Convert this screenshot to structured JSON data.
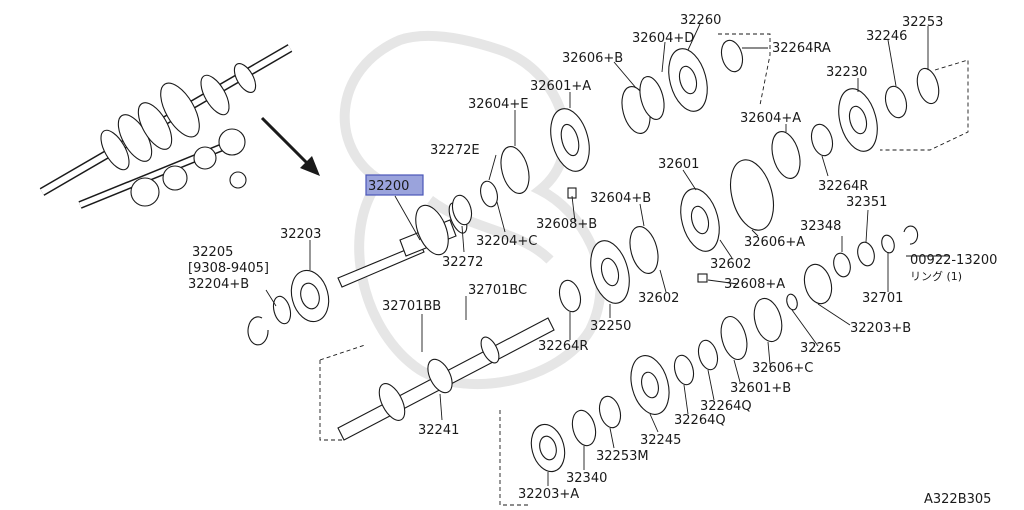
{
  "diagram": {
    "drawing_code": "A322B305",
    "highlight_color": "#9aa3dc",
    "callouts": [
      {
        "id": "p32260",
        "text": "32260"
      },
      {
        "id": "p32253",
        "text": "32253"
      },
      {
        "id": "p32604d",
        "text": "32604+D"
      },
      {
        "id": "p32246",
        "text": "32246"
      },
      {
        "id": "p32606b",
        "text": "32606+B"
      },
      {
        "id": "p32264ra",
        "text": "32264RA"
      },
      {
        "id": "p32230",
        "text": "32230"
      },
      {
        "id": "p32601a",
        "text": "32601+A"
      },
      {
        "id": "p32604e",
        "text": "32604+E"
      },
      {
        "id": "p32604a",
        "text": "32604+A"
      },
      {
        "id": "p32272e",
        "text": "32272E"
      },
      {
        "id": "p32601",
        "text": "32601"
      },
      {
        "id": "p32264r_top",
        "text": "32264R"
      },
      {
        "id": "p32200",
        "text": "32200"
      },
      {
        "id": "p32604b",
        "text": "32604+B"
      },
      {
        "id": "p32608b",
        "text": "32608+B"
      },
      {
        "id": "p32351",
        "text": "32351"
      },
      {
        "id": "p32204c",
        "text": "32204+C"
      },
      {
        "id": "p32606a",
        "text": "32606+A"
      },
      {
        "id": "p32348",
        "text": "32348"
      },
      {
        "id": "p32203",
        "text": "32203"
      },
      {
        "id": "p32205",
        "text": "32205"
      },
      {
        "id": "p9308",
        "text": "[9308-9405]"
      },
      {
        "id": "p32272",
        "text": "32272"
      },
      {
        "id": "p32602_r",
        "text": "32602"
      },
      {
        "id": "p00922",
        "text": "00922-13200"
      },
      {
        "id": "pring",
        "text": "リング (1)"
      },
      {
        "id": "p32204b",
        "text": "32204+B"
      },
      {
        "id": "p32701bc",
        "text": "32701BC"
      },
      {
        "id": "p32602_l",
        "text": "32602"
      },
      {
        "id": "p32608a",
        "text": "32608+A"
      },
      {
        "id": "p32701",
        "text": "32701"
      },
      {
        "id": "p32701bb",
        "text": "32701BB"
      },
      {
        "id": "p32250",
        "text": "32250"
      },
      {
        "id": "p32203b",
        "text": "32203+B"
      },
      {
        "id": "p32264r_bot",
        "text": "32264R"
      },
      {
        "id": "p32265",
        "text": "32265"
      },
      {
        "id": "p32606c",
        "text": "32606+C"
      },
      {
        "id": "p32601b",
        "text": "32601+B"
      },
      {
        "id": "p32264q_1",
        "text": "32264Q"
      },
      {
        "id": "p32264q_2",
        "text": "32264Q"
      },
      {
        "id": "p32241",
        "text": "32241"
      },
      {
        "id": "p32245",
        "text": "32245"
      },
      {
        "id": "p32253m",
        "text": "32253M"
      },
      {
        "id": "p32340",
        "text": "32340"
      },
      {
        "id": "p32203a",
        "text": "32203+A"
      }
    ]
  }
}
